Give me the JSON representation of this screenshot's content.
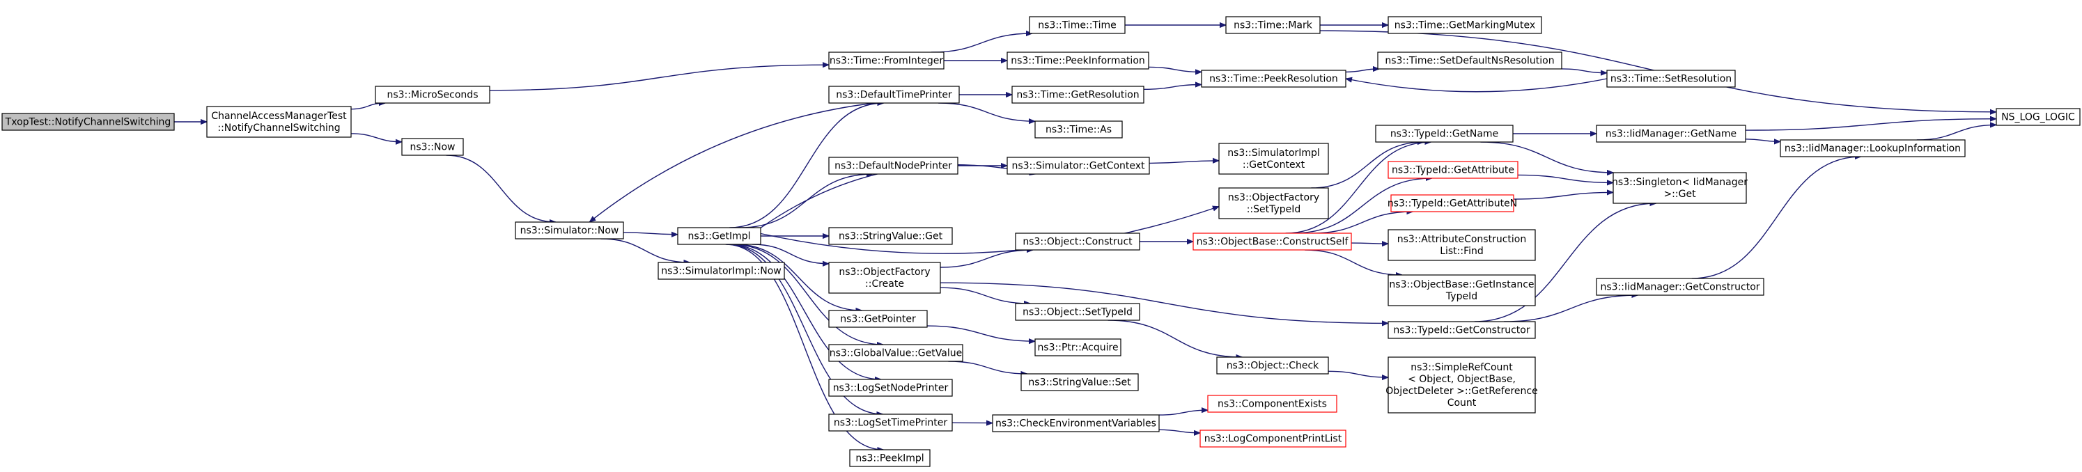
{
  "colors": {
    "edge": "#191970",
    "node_border": "#000000",
    "node_fill": "#ffffff",
    "focus_fill": "#bfbfbf",
    "incomplete_border": "#ff0000"
  },
  "nodes": [
    {
      "id": "n0",
      "lines": [
        "TxopTest::NotifyChannelSwitching"
      ],
      "style": "focus"
    },
    {
      "id": "n1",
      "lines": [
        "ChannelAccessManagerTest",
        "::NotifyChannelSwitching"
      ]
    },
    {
      "id": "n2",
      "lines": [
        "ns3::MicroSeconds"
      ]
    },
    {
      "id": "n3",
      "lines": [
        "ns3::Now"
      ]
    },
    {
      "id": "n4",
      "lines": [
        "ns3::Simulator::Now"
      ]
    },
    {
      "id": "n5",
      "lines": [
        "ns3::GetImpl"
      ]
    },
    {
      "id": "n6",
      "lines": [
        "ns3::SimulatorImpl::Now"
      ]
    },
    {
      "id": "n7",
      "lines": [
        "ns3::Time::FromInteger"
      ]
    },
    {
      "id": "n8",
      "lines": [
        "ns3::DefaultTimePrinter"
      ]
    },
    {
      "id": "n9",
      "lines": [
        "ns3::DefaultNodePrinter"
      ]
    },
    {
      "id": "n10",
      "lines": [
        "ns3::StringValue::Get"
      ]
    },
    {
      "id": "n11",
      "lines": [
        "ns3::ObjectFactory",
        "::Create"
      ]
    },
    {
      "id": "n12",
      "lines": [
        "ns3::GetPointer"
      ]
    },
    {
      "id": "n13",
      "lines": [
        "ns3::GlobalValue::GetValue"
      ]
    },
    {
      "id": "n14",
      "lines": [
        "ns3::LogSetNodePrinter"
      ]
    },
    {
      "id": "n15",
      "lines": [
        "ns3::LogSetTimePrinter"
      ]
    },
    {
      "id": "n16",
      "lines": [
        "ns3::PeekImpl"
      ]
    },
    {
      "id": "n17",
      "lines": [
        "ns3::Time::Time"
      ]
    },
    {
      "id": "n18",
      "lines": [
        "ns3::Time::PeekInformation"
      ]
    },
    {
      "id": "n19",
      "lines": [
        "ns3::Time::GetResolution"
      ]
    },
    {
      "id": "n20",
      "lines": [
        "ns3::Time::As"
      ]
    },
    {
      "id": "n21",
      "lines": [
        "ns3::Simulator::GetContext"
      ]
    },
    {
      "id": "n22",
      "lines": [
        "ns3::Object::Construct"
      ]
    },
    {
      "id": "n23",
      "lines": [
        "ns3::Object::SetTypeId"
      ]
    },
    {
      "id": "n24",
      "lines": [
        "ns3::Ptr::Acquire"
      ]
    },
    {
      "id": "n25",
      "lines": [
        "ns3::StringValue::Set"
      ]
    },
    {
      "id": "n26",
      "lines": [
        "ns3::CheckEnvironmentVariables"
      ]
    },
    {
      "id": "n27",
      "lines": [
        "ns3::Time::Mark"
      ]
    },
    {
      "id": "n28",
      "lines": [
        "ns3::Time::PeekResolution"
      ]
    },
    {
      "id": "n29",
      "lines": [
        "ns3::SimulatorImpl",
        "::GetContext"
      ]
    },
    {
      "id": "n30",
      "lines": [
        "ns3::ObjectFactory",
        "::SetTypeId"
      ]
    },
    {
      "id": "n31",
      "lines": [
        "ns3::ObjectBase::ConstructSelf"
      ],
      "style": "incomplete"
    },
    {
      "id": "n32",
      "lines": [
        "ns3::Object::Check"
      ]
    },
    {
      "id": "n33",
      "lines": [
        "ns3::ComponentExists"
      ],
      "style": "incomplete"
    },
    {
      "id": "n34",
      "lines": [
        "ns3::LogComponentPrintList"
      ],
      "style": "incomplete"
    },
    {
      "id": "n35",
      "lines": [
        "ns3::Time::GetMarkingMutex"
      ]
    },
    {
      "id": "n36",
      "lines": [
        "ns3::Time::SetDefaultNsResolution"
      ]
    },
    {
      "id": "n37",
      "lines": [
        "ns3::TypeId::GetName"
      ]
    },
    {
      "id": "n38",
      "lines": [
        "ns3::TypeId::GetAttribute"
      ],
      "style": "incomplete"
    },
    {
      "id": "n39",
      "lines": [
        "ns3::TypeId::GetAttributeN"
      ],
      "style": "incomplete"
    },
    {
      "id": "n40",
      "lines": [
        "ns3::AttributeConstruction",
        "List::Find"
      ]
    },
    {
      "id": "n41",
      "lines": [
        "ns3::ObjectBase::GetInstance",
        "TypeId"
      ]
    },
    {
      "id": "n42",
      "lines": [
        "ns3::TypeId::GetConstructor"
      ]
    },
    {
      "id": "n43",
      "lines": [
        "ns3::SimpleRefCount",
        "< Object, ObjectBase,",
        "ObjectDeleter >::GetReference",
        "Count"
      ]
    },
    {
      "id": "n44",
      "lines": [
        "ns3::Time::SetResolution"
      ]
    },
    {
      "id": "n45",
      "lines": [
        "ns3::IidManager::GetName"
      ]
    },
    {
      "id": "n46",
      "lines": [
        "ns3::Singleton< IidManager",
        ">::Get"
      ]
    },
    {
      "id": "n47",
      "lines": [
        "ns3::IidManager::GetConstructor"
      ]
    },
    {
      "id": "n48",
      "lines": [
        "NS_LOG_LOGIC"
      ]
    },
    {
      "id": "n49",
      "lines": [
        "ns3::IidManager::LookupInformation"
      ]
    }
  ],
  "edges": [
    [
      "n0",
      "n1"
    ],
    [
      "n1",
      "n2"
    ],
    [
      "n1",
      "n3"
    ],
    [
      "n2",
      "n7"
    ],
    [
      "n3",
      "n4"
    ],
    [
      "n4",
      "n5"
    ],
    [
      "n4",
      "n6"
    ],
    [
      "n5",
      "n8"
    ],
    [
      "n5",
      "n9"
    ],
    [
      "n5",
      "n10"
    ],
    [
      "n5",
      "n11"
    ],
    [
      "n5",
      "n12"
    ],
    [
      "n5",
      "n13"
    ],
    [
      "n5",
      "n14"
    ],
    [
      "n5",
      "n15"
    ],
    [
      "n5",
      "n16"
    ],
    [
      "n5",
      "n21"
    ],
    [
      "n5",
      "n30"
    ],
    [
      "n7",
      "n17"
    ],
    [
      "n7",
      "n18"
    ],
    [
      "n8",
      "n4"
    ],
    [
      "n8",
      "n19"
    ],
    [
      "n8",
      "n20"
    ],
    [
      "n9",
      "n21"
    ],
    [
      "n11",
      "n22"
    ],
    [
      "n11",
      "n23"
    ],
    [
      "n11",
      "n42"
    ],
    [
      "n12",
      "n24"
    ],
    [
      "n13",
      "n25"
    ],
    [
      "n15",
      "n26"
    ],
    [
      "n17",
      "n27"
    ],
    [
      "n18",
      "n28"
    ],
    [
      "n19",
      "n28"
    ],
    [
      "n21",
      "n29"
    ],
    [
      "n22",
      "n31"
    ],
    [
      "n23",
      "n32"
    ],
    [
      "n26",
      "n33"
    ],
    [
      "n26",
      "n34"
    ],
    [
      "n27",
      "n35"
    ],
    [
      "n27",
      "n48"
    ],
    [
      "n28",
      "n36"
    ],
    [
      "n30",
      "n37"
    ],
    [
      "n31",
      "n37"
    ],
    [
      "n31",
      "n38"
    ],
    [
      "n31",
      "n39"
    ],
    [
      "n31",
      "n40"
    ],
    [
      "n31",
      "n41"
    ],
    [
      "n32",
      "n43"
    ],
    [
      "n36",
      "n44"
    ],
    [
      "n44",
      "n28"
    ],
    [
      "n37",
      "n45"
    ],
    [
      "n37",
      "n46"
    ],
    [
      "n38",
      "n46"
    ],
    [
      "n39",
      "n46"
    ],
    [
      "n42",
      "n46"
    ],
    [
      "n42",
      "n47"
    ],
    [
      "n45",
      "n48"
    ],
    [
      "n45",
      "n49"
    ],
    [
      "n47",
      "n49"
    ],
    [
      "n49",
      "n48"
    ]
  ]
}
